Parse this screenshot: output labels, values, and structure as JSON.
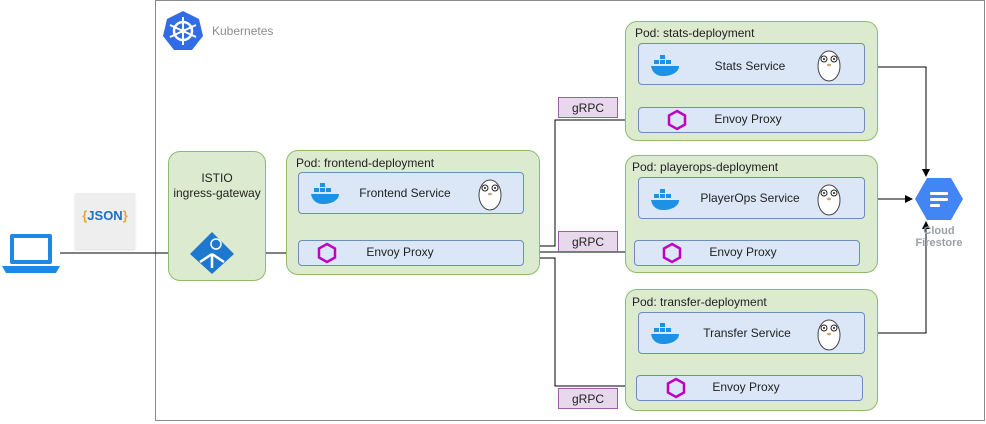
{
  "cluster": {
    "label": "Kubernetes"
  },
  "client": {
    "json_label": "JSON"
  },
  "gateway": {
    "line1": "ISTIO",
    "line2": "ingress-gateway"
  },
  "pods": {
    "frontend": {
      "title": "Pod: frontend-deployment",
      "service": "Frontend Service",
      "proxy": "Envoy Proxy"
    },
    "stats": {
      "title": "Pod: stats-deployment",
      "service": "Stats Service",
      "proxy": "Envoy Proxy"
    },
    "playerops": {
      "title": "Pod: playerops-deployment",
      "service": "PlayerOps Service",
      "proxy": "Envoy Proxy"
    },
    "transfer": {
      "title": "Pod: transfer-deployment",
      "service": "Transfer Service",
      "proxy": "Envoy Proxy"
    }
  },
  "grpc_labels": [
    "gRPC",
    "gRPC",
    "gRPC"
  ],
  "firestore": {
    "line1": "Cloud",
    "line2": "Firestore"
  },
  "colors": {
    "pod_fill": "#dcebcf",
    "pod_border": "#8dbb6c",
    "service_fill": "#dbe7f6",
    "service_border": "#6c8ebf",
    "grpc_fill": "#e8d8ec",
    "envoy_icon": "#c000c0",
    "k8s_blue": "#326ce5",
    "laptop_blue": "#1e88e5",
    "firestore_blue": "#4285f4"
  }
}
